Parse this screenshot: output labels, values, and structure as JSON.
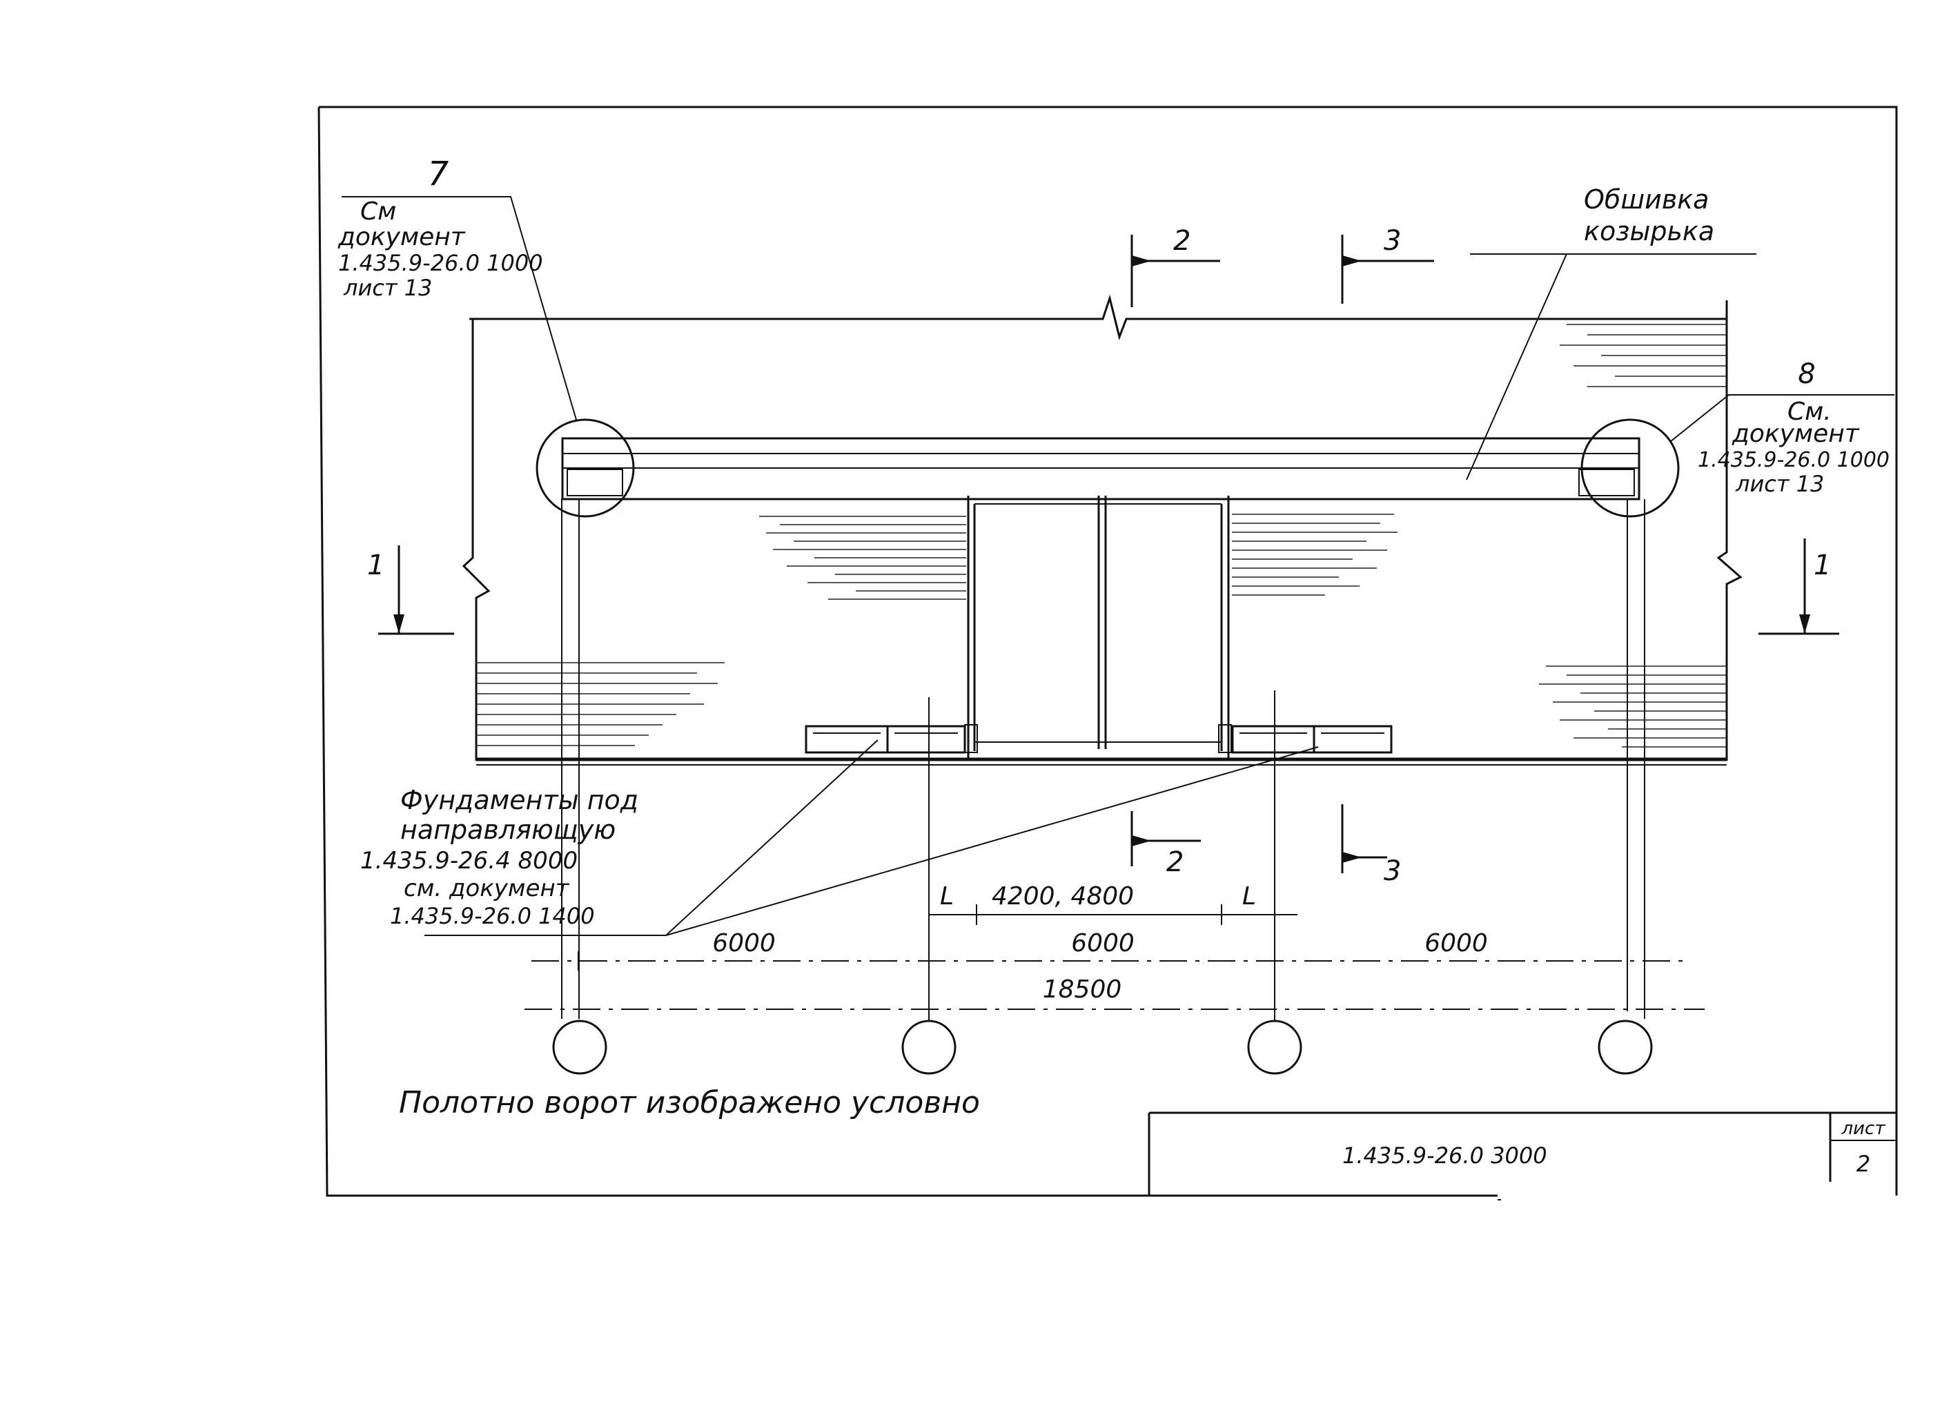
{
  "callout_left": {
    "number": "7",
    "line1": "См",
    "line2": "документ",
    "line3": "1.435.9-26.0 1000",
    "line4": "лист 13"
  },
  "callout_right": {
    "number": "8",
    "line1": "См.",
    "line2": "документ",
    "line3": "1.435.9-26.0 1000",
    "line4": "лист 13"
  },
  "canopy_label": {
    "line1": "Обшивка",
    "line2": "козырька"
  },
  "section_marks": {
    "s1": "1",
    "s2": "2",
    "s3": "3"
  },
  "foundation_label": {
    "line1": "Фундаменты под",
    "line2": "направляющую",
    "line3": "1.435.9-26.4 8000",
    "line4": "см. документ",
    "line5": "1.435.9-26.0 1400"
  },
  "dimensions": {
    "gap_l": "L",
    "gap_r": "L",
    "opening": "4200, 4800",
    "span_left": "6000",
    "span_mid": "6000",
    "span_right": "6000",
    "total": "18500"
  },
  "note": "Полотно ворот изображено условно",
  "title_block": {
    "code": "1.435.9-26.0 3000",
    "sheet_label": "лист",
    "sheet_number": "2"
  }
}
